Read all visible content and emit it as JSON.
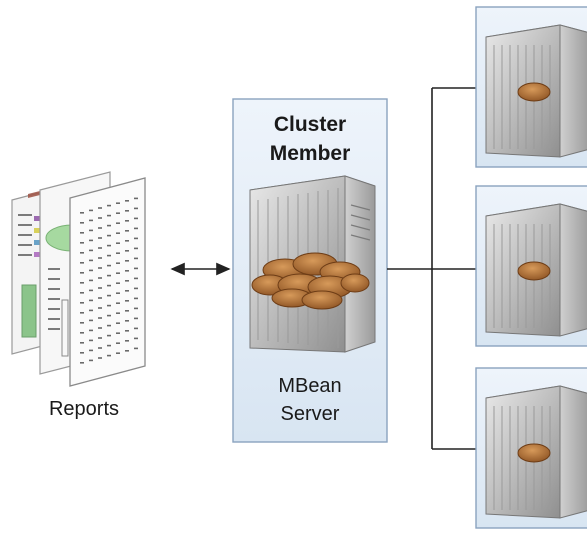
{
  "reports": {
    "label": "Reports"
  },
  "cluster_member": {
    "title_line1": "Cluster",
    "title_line2": "Member",
    "server_line1": "MBean",
    "server_line2": "Server"
  },
  "colors": {
    "panel_fill": "#e4eef8",
    "panel_stroke": "#8aa3bf",
    "bean": "#b5763a",
    "connector": "#222222"
  }
}
